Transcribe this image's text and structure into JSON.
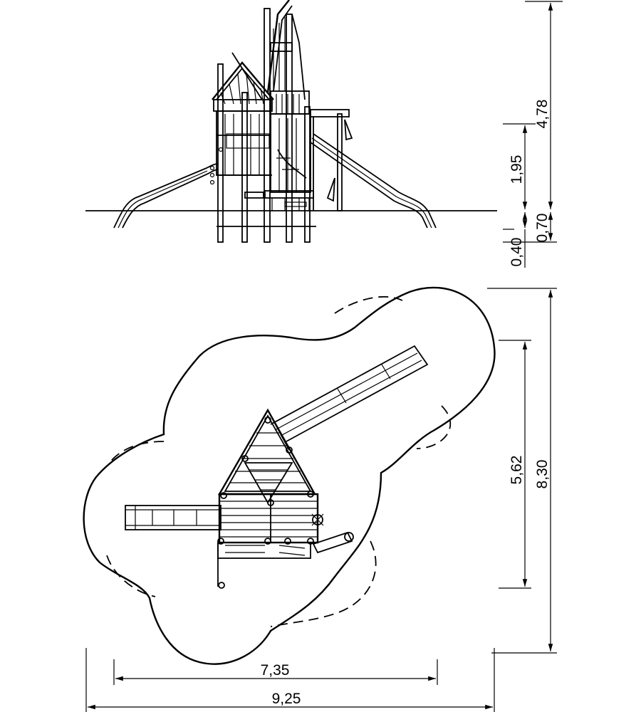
{
  "elevation_dimensions": {
    "total_height": "4,78",
    "platform_height": "1,95",
    "above_ground": "0,70",
    "below_ground": "0,40"
  },
  "plan_dimensions": {
    "equipment_depth": "5,62",
    "safety_depth": "8,30",
    "equipment_width": "7,35",
    "safety_width": "9,25"
  }
}
